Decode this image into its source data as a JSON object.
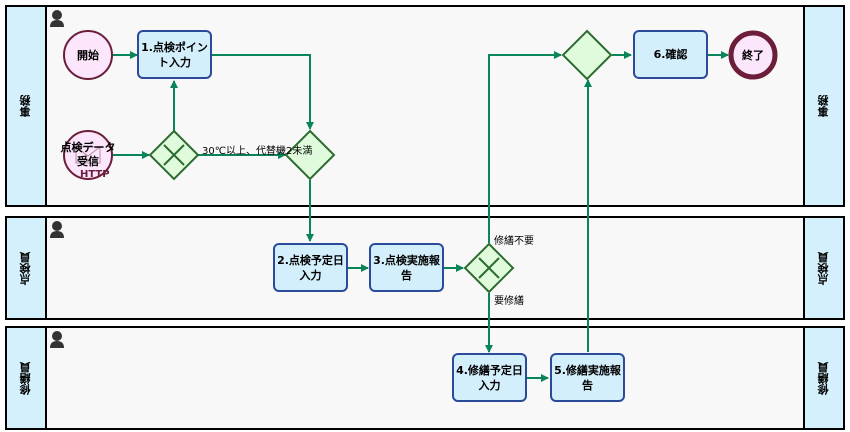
{
  "lanes": [
    {
      "id": "lane-jimu",
      "label": "事務"
    },
    {
      "id": "lane-tenkenin",
      "label": "点検員"
    },
    {
      "id": "lane-shuzenin",
      "label": "修繕員"
    }
  ],
  "events": {
    "start": {
      "label": "開始"
    },
    "message_start": {
      "label": "点検データ受信",
      "sublabel": "HTTP"
    },
    "end": {
      "label": "終了"
    }
  },
  "tasks": [
    {
      "id": "task-1",
      "label": "1.点検ポイント入力"
    },
    {
      "id": "task-2",
      "label": "2.点検予定日入力"
    },
    {
      "id": "task-3",
      "label": "3.点検実施報告"
    },
    {
      "id": "task-4",
      "label": "4.修繕予定日入力"
    },
    {
      "id": "task-5",
      "label": "5.修繕実施報告"
    },
    {
      "id": "task-6",
      "label": "6.確認"
    }
  ],
  "flow_labels": {
    "condition_temp": "30℃以上、代替機2未満",
    "no_repair": "修繕不要",
    "repair_needed": "要修繕"
  },
  "colors": {
    "lane_header": "#d3f0fc",
    "lane_body": "#f8f8f8",
    "task_fill": "#d3effb",
    "task_border": "#2b4a99",
    "gateway_fill": "#dffbdc",
    "gateway_border": "#2e6b31",
    "flow": "#0a8558",
    "event_fill": "#fce6fb",
    "event_border": "#6b1d3a"
  }
}
